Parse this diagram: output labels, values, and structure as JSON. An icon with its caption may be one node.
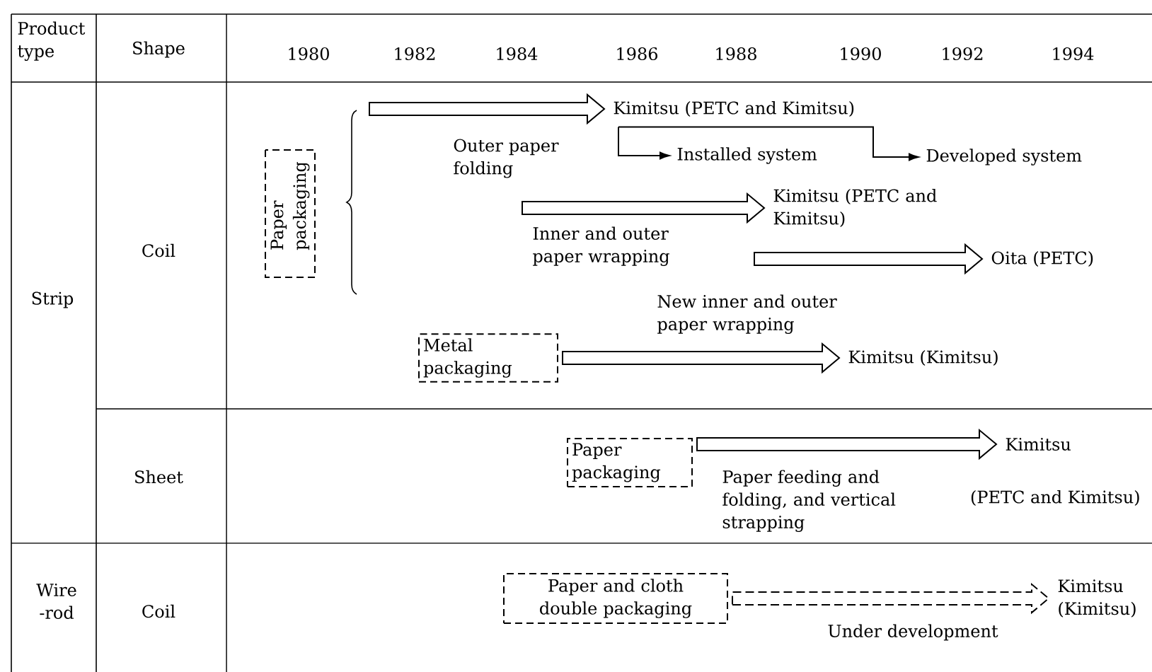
{
  "diagram": {
    "nodes": [
      {
        "text": [
          "Paper packaging"
        ]
      },
      {
        "text": [
          "Kimitsu (PETC and Kimitsu)"
        ]
      },
      {
        "text": [
          "Installed system"
        ]
      },
      {
        "text": [
          "Developed system"
        ]
      },
      {
        "text": [
          "Kimitsu (PETC and Kimitsu)"
        ]
      },
      {
        "text": [
          "Oita (PETC)"
        ]
      },
      {
        "text": [
          "Metal packaging"
        ]
      },
      {
        "text": [
          "Kimitsu (Kimitsu)"
        ]
      },
      {
        "text": [
          "Paper packaging"
        ]
      },
      {
        "text": [
          "Kimitsu"
        ],
        "beside": [
          "(PETC and Kimitsu)"
        ]
      },
      {
        "text": [
          "Paper and cloth double packaging"
        ]
      },
      {
        "text": [
          "Kimitsu (Kimitsu)"
        ]
      }
    ],
    "edges": [
      {
        "from": null,
        "to": 1,
        "arrow": "to",
        "label": "Outer paper folding",
        "style": "thick"
      },
      {
        "from": 1,
        "to": 2,
        "arrow": "to"
      },
      {
        "from": 1,
        "to": 3,
        "arrow": "to"
      },
      {
        "from": null,
        "to": 4,
        "arrow": "to",
        "label": "Inner and outer paper wrapping",
        "style": "thick"
      },
      {
        "from": null,
        "to": 5,
        "arrow": "to",
        "label": "New inner and outer paper wrapping",
        "style": "thick"
      },
      {
        "from": 6,
        "to": 7,
        "arrow": "to",
        "style": "thick"
      },
      {
        "from": 8,
        "to": 9,
        "arrow": "to",
        "label": "Paper feeding and folding, and vertical strapping",
        "style": "thick"
      },
      {
        "from": 10,
        "to": 11,
        "arrow": "to",
        "label": "Under development",
        "style": "dashed"
      }
    ],
    "labels": [
      "Product type",
      "Shape",
      "1980",
      "1982",
      "1984",
      "1986",
      "1988",
      "1990",
      "1992",
      "1994",
      "Strip",
      "Coil",
      "Sheet",
      "Wire -rod",
      "Coil"
    ]
  }
}
